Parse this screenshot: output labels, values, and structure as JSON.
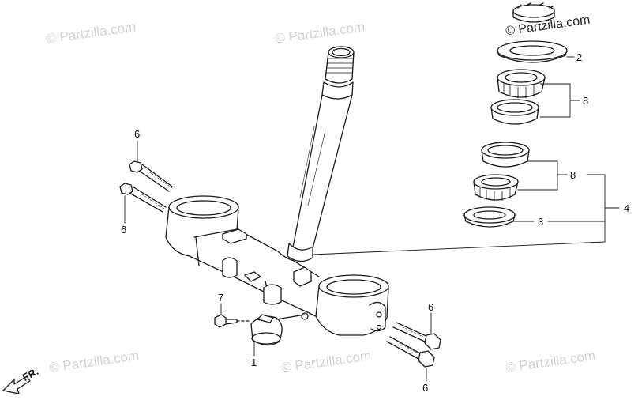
{
  "watermark": {
    "text": "© Partzilla.com",
    "color": "#d2d2d2"
  },
  "callouts": {
    "c1": "1",
    "c2": "2",
    "c3": "3",
    "c4": "4",
    "c6a": "6",
    "c6b": "6",
    "c6c": "6",
    "c6d": "6",
    "c7": "7",
    "c8a": "8",
    "c8b": "8"
  },
  "direction": {
    "label": "FR."
  },
  "colors": {
    "line": "#1a1a1a",
    "background": "#ffffff"
  }
}
